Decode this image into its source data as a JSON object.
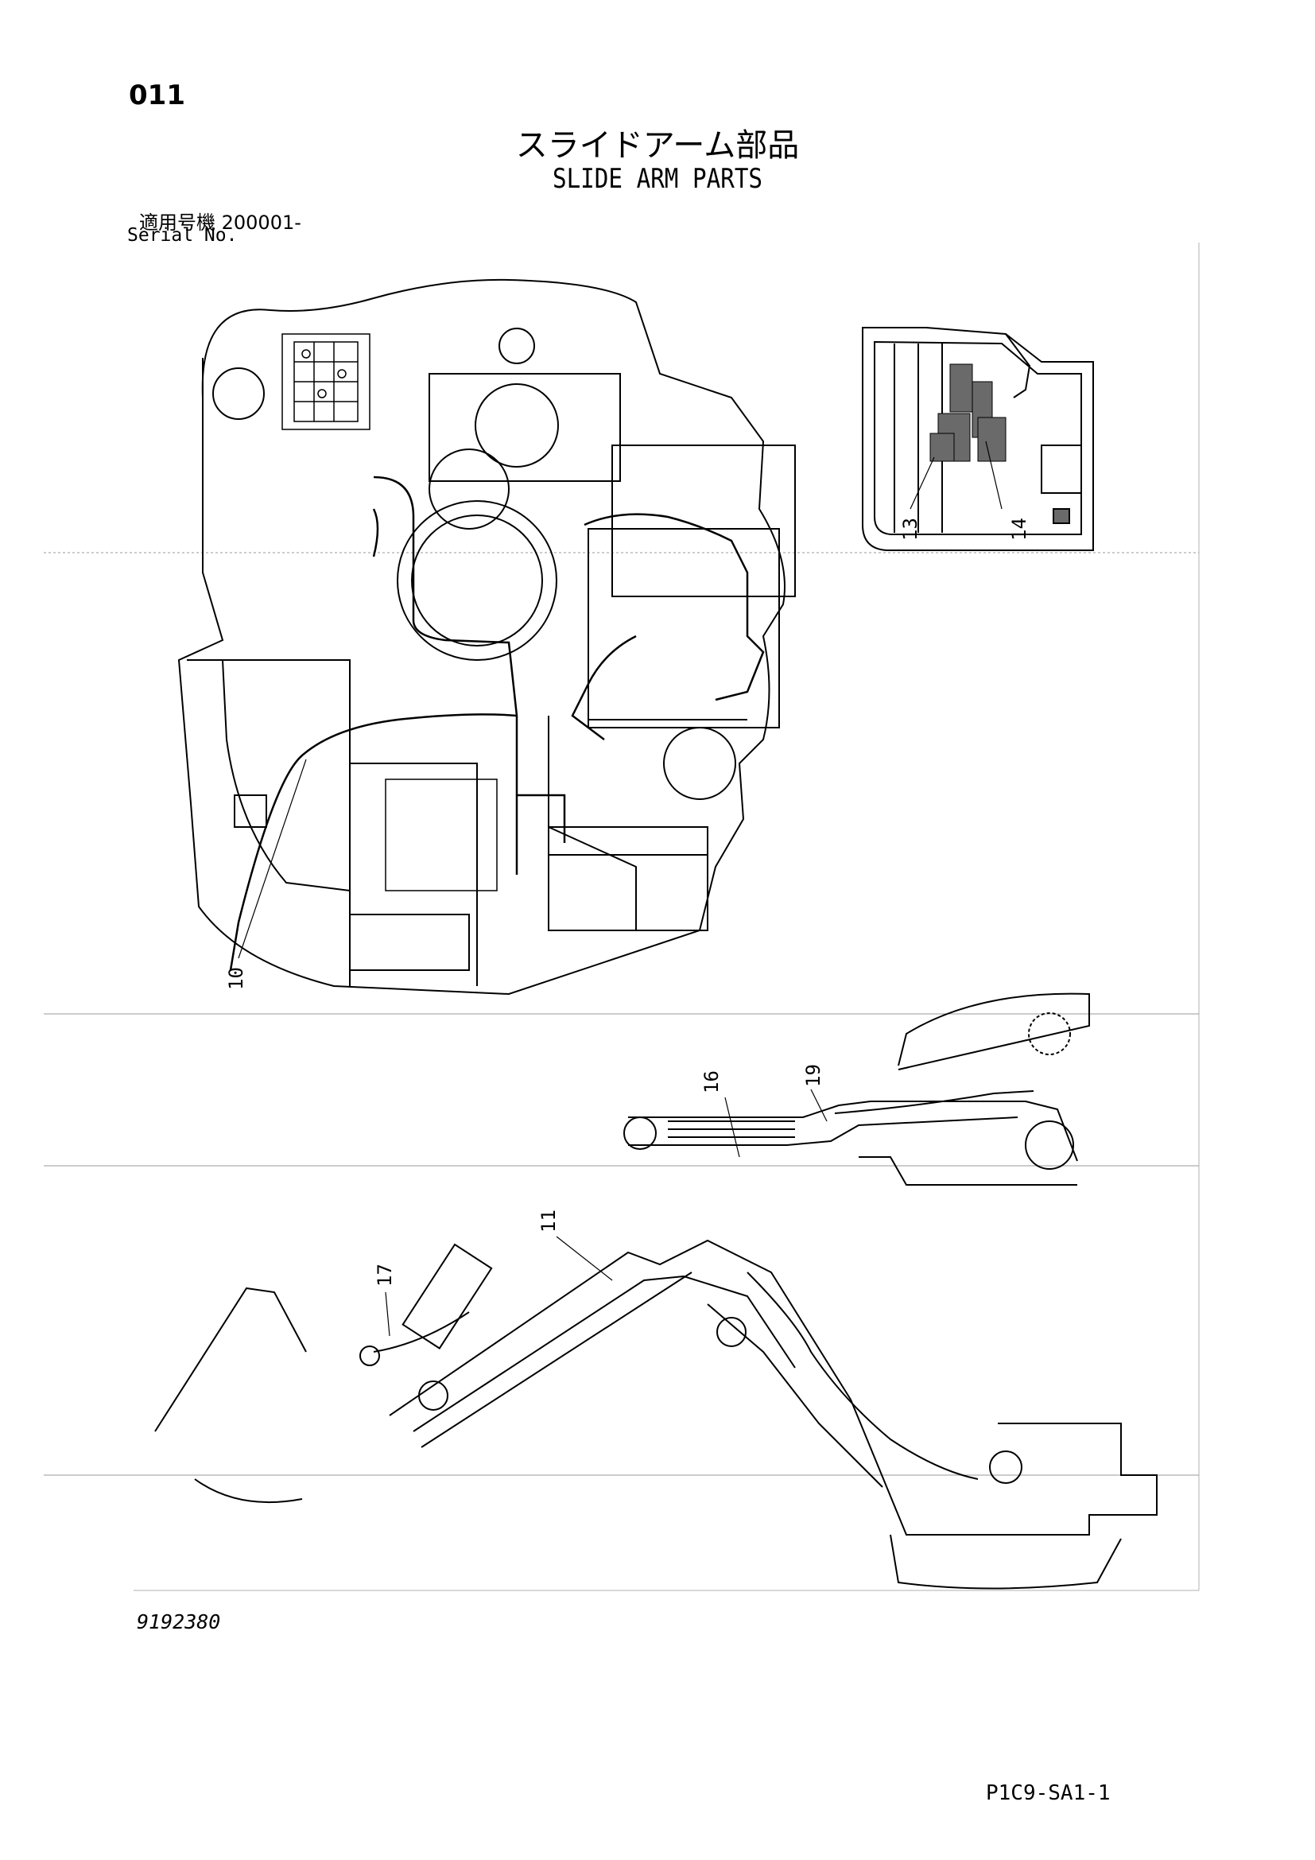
{
  "header": {
    "page_number": "011",
    "title_jp": "スライドアーム部品",
    "title_en": "SLIDE ARM PARTS",
    "serial_jp": "適用号機  200001-",
    "serial_label": "Serial No."
  },
  "callouts": [
    "13",
    "14",
    "10",
    "16",
    "19",
    "11",
    "17"
  ],
  "footer": {
    "drawing_number": "9192380",
    "page_code": "P1C9-SA1-1"
  },
  "colors": {
    "line": "#000000",
    "grid": "#9a9a9a",
    "fill": "#6a6a6a"
  }
}
